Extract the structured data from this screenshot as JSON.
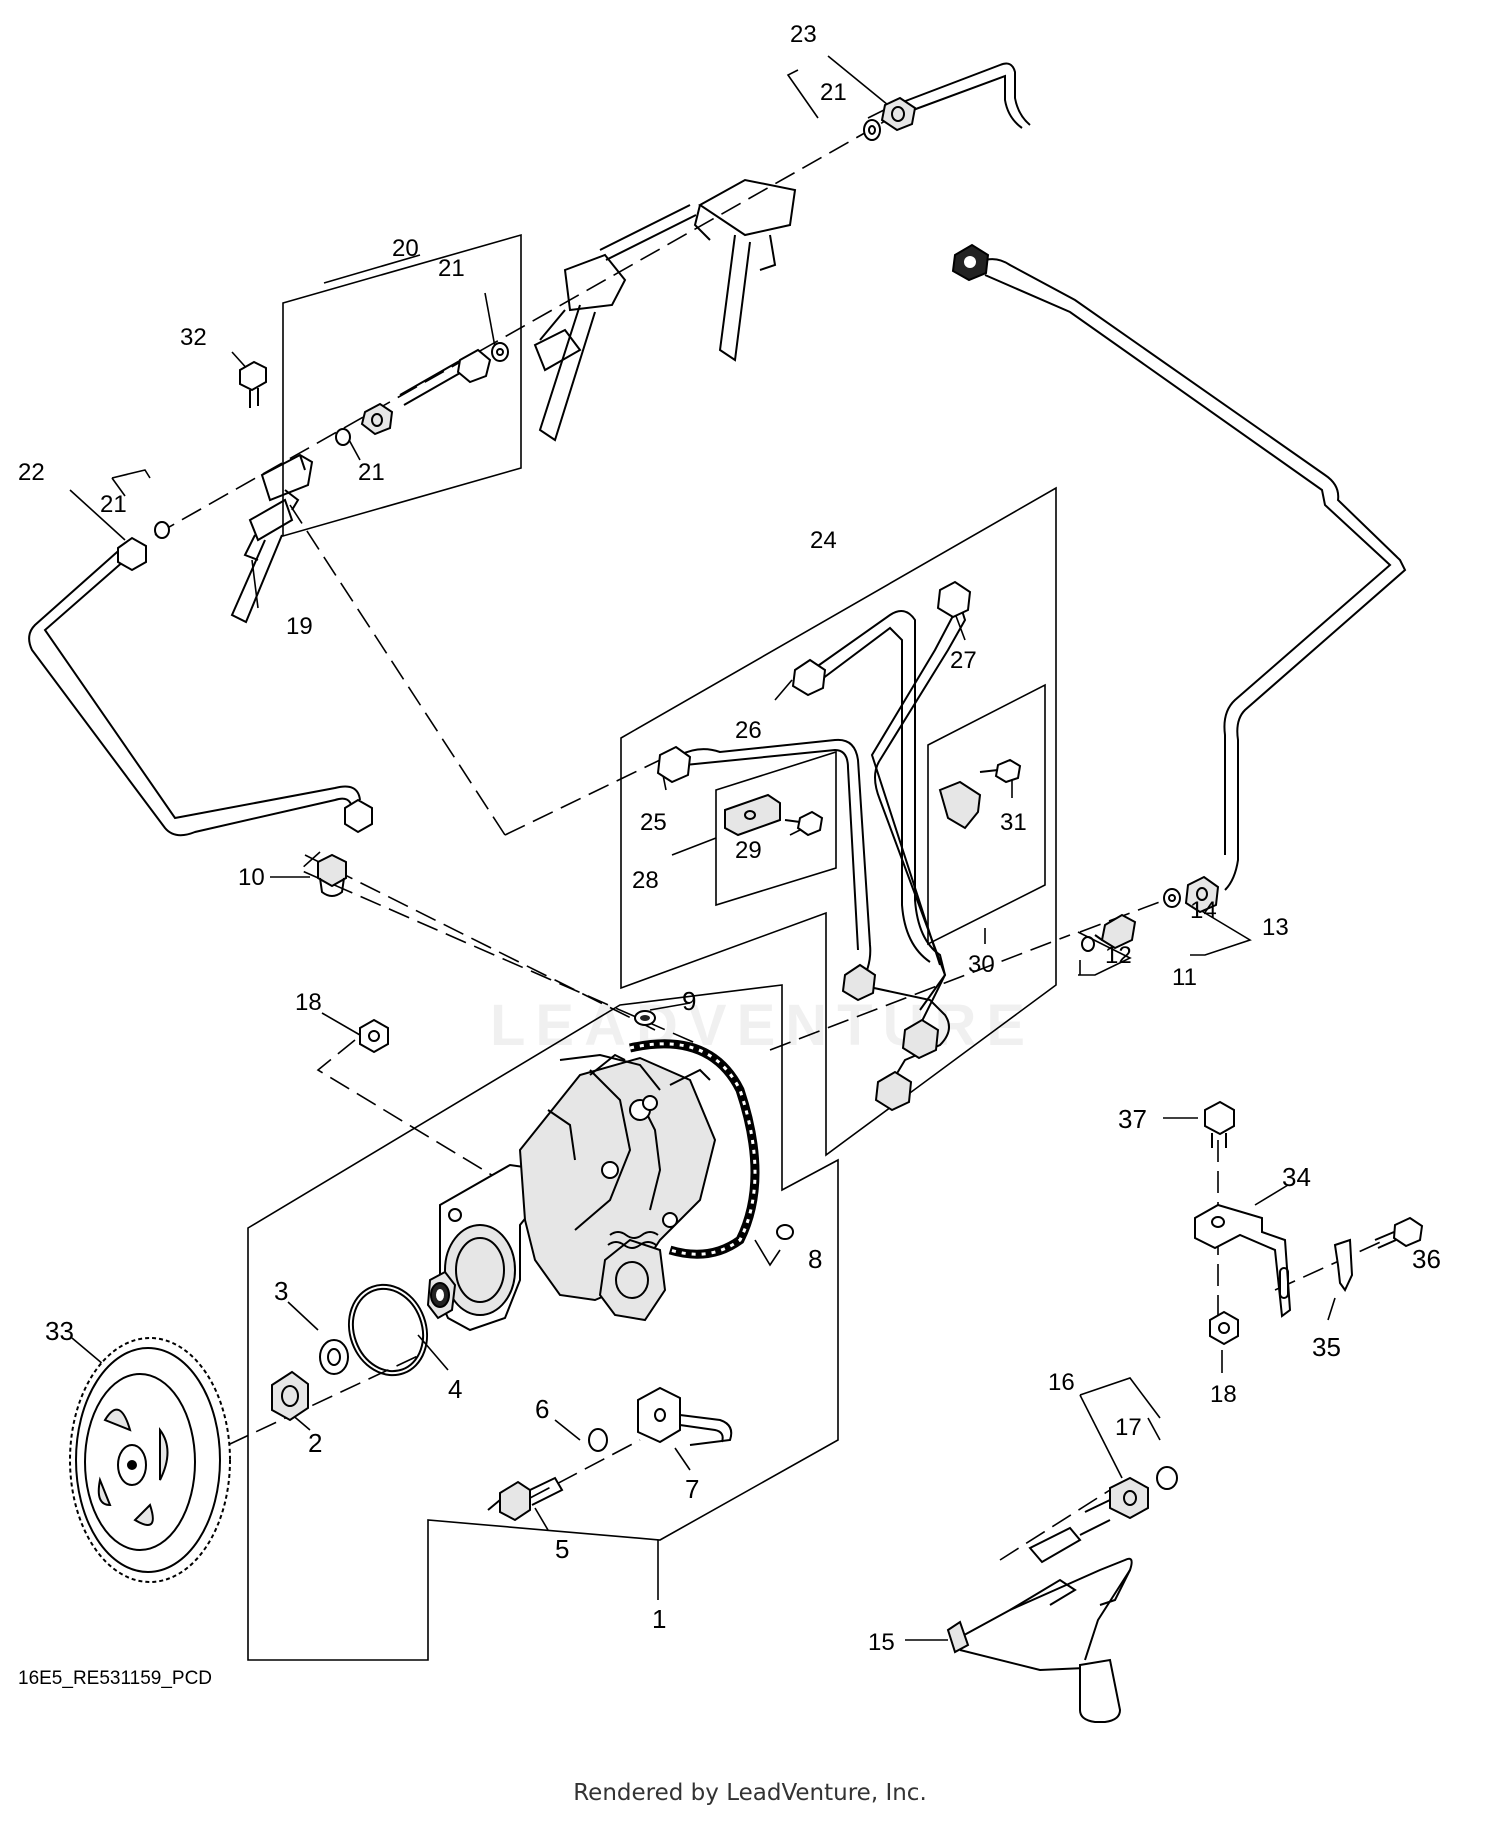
{
  "callouts": [
    {
      "id": "c1",
      "text": "1"
    },
    {
      "id": "c2",
      "text": "2"
    },
    {
      "id": "c3",
      "text": "3"
    },
    {
      "id": "c4",
      "text": "4"
    },
    {
      "id": "c5",
      "text": "5"
    },
    {
      "id": "c6",
      "text": "6"
    },
    {
      "id": "c7",
      "text": "7"
    },
    {
      "id": "c8",
      "text": "8"
    },
    {
      "id": "c9",
      "text": "9"
    },
    {
      "id": "c10",
      "text": "10"
    },
    {
      "id": "c11",
      "text": "11"
    },
    {
      "id": "c12",
      "text": "12"
    },
    {
      "id": "c13",
      "text": "13"
    },
    {
      "id": "c14",
      "text": "14"
    },
    {
      "id": "c15",
      "text": "15"
    },
    {
      "id": "c16",
      "text": "16"
    },
    {
      "id": "c17",
      "text": "17"
    },
    {
      "id": "c18a",
      "text": "18"
    },
    {
      "id": "c18b",
      "text": "18"
    },
    {
      "id": "c19",
      "text": "19"
    },
    {
      "id": "c20",
      "text": "20"
    },
    {
      "id": "c21a",
      "text": "21"
    },
    {
      "id": "c21b",
      "text": "21"
    },
    {
      "id": "c21c",
      "text": "21"
    },
    {
      "id": "c21d",
      "text": "21"
    },
    {
      "id": "c22",
      "text": "22"
    },
    {
      "id": "c23",
      "text": "23"
    },
    {
      "id": "c24",
      "text": "24"
    },
    {
      "id": "c25",
      "text": "25"
    },
    {
      "id": "c26",
      "text": "26"
    },
    {
      "id": "c27",
      "text": "27"
    },
    {
      "id": "c28",
      "text": "28"
    },
    {
      "id": "c29",
      "text": "29"
    },
    {
      "id": "c30",
      "text": "30"
    },
    {
      "id": "c31",
      "text": "31"
    },
    {
      "id": "c32",
      "text": "32"
    },
    {
      "id": "c33",
      "text": "33"
    },
    {
      "id": "c34",
      "text": "34"
    },
    {
      "id": "c35",
      "text": "35"
    },
    {
      "id": "c36",
      "text": "36"
    },
    {
      "id": "c37",
      "text": "37"
    }
  ],
  "footer": {
    "diagram_code": "16E5_RE531159_PCD",
    "credit": "Rendered by LeadVenture, Inc."
  },
  "watermark": {
    "text": "LEADVENTURE"
  }
}
